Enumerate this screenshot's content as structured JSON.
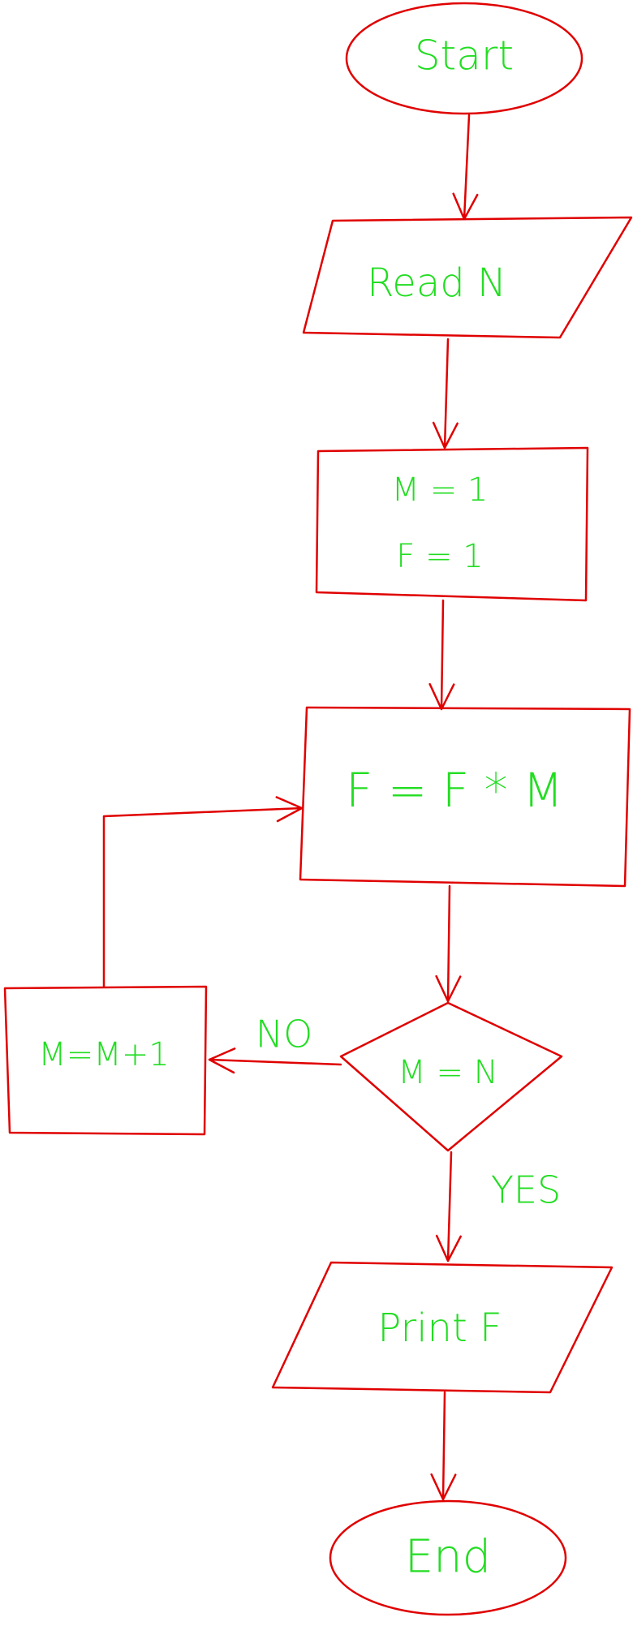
{
  "colors": {
    "stroke": "#e00000",
    "text": "#22dd22",
    "background": "#ffffff"
  },
  "nodes": [
    {
      "id": "start",
      "shape": "terminal",
      "label": "Start"
    },
    {
      "id": "read",
      "shape": "parallelogram",
      "label": "Read N"
    },
    {
      "id": "init",
      "shape": "rectangle",
      "lines": [
        "M = 1",
        "F = 1"
      ]
    },
    {
      "id": "multiply",
      "shape": "rectangle",
      "label": "F = F * M"
    },
    {
      "id": "decision",
      "shape": "diamond",
      "label": "M = N"
    },
    {
      "id": "increment",
      "shape": "rectangle",
      "label": "M=M+1"
    },
    {
      "id": "print",
      "shape": "parallelogram",
      "label": "Print F"
    },
    {
      "id": "end",
      "shape": "terminal",
      "label": "End"
    }
  ],
  "edges": [
    {
      "from": "start",
      "to": "read"
    },
    {
      "from": "read",
      "to": "init"
    },
    {
      "from": "init",
      "to": "multiply"
    },
    {
      "from": "multiply",
      "to": "decision"
    },
    {
      "from": "decision",
      "to": "increment",
      "label": "NO"
    },
    {
      "from": "increment",
      "to": "multiply"
    },
    {
      "from": "decision",
      "to": "print",
      "label": "YES"
    },
    {
      "from": "print",
      "to": "end"
    }
  ]
}
